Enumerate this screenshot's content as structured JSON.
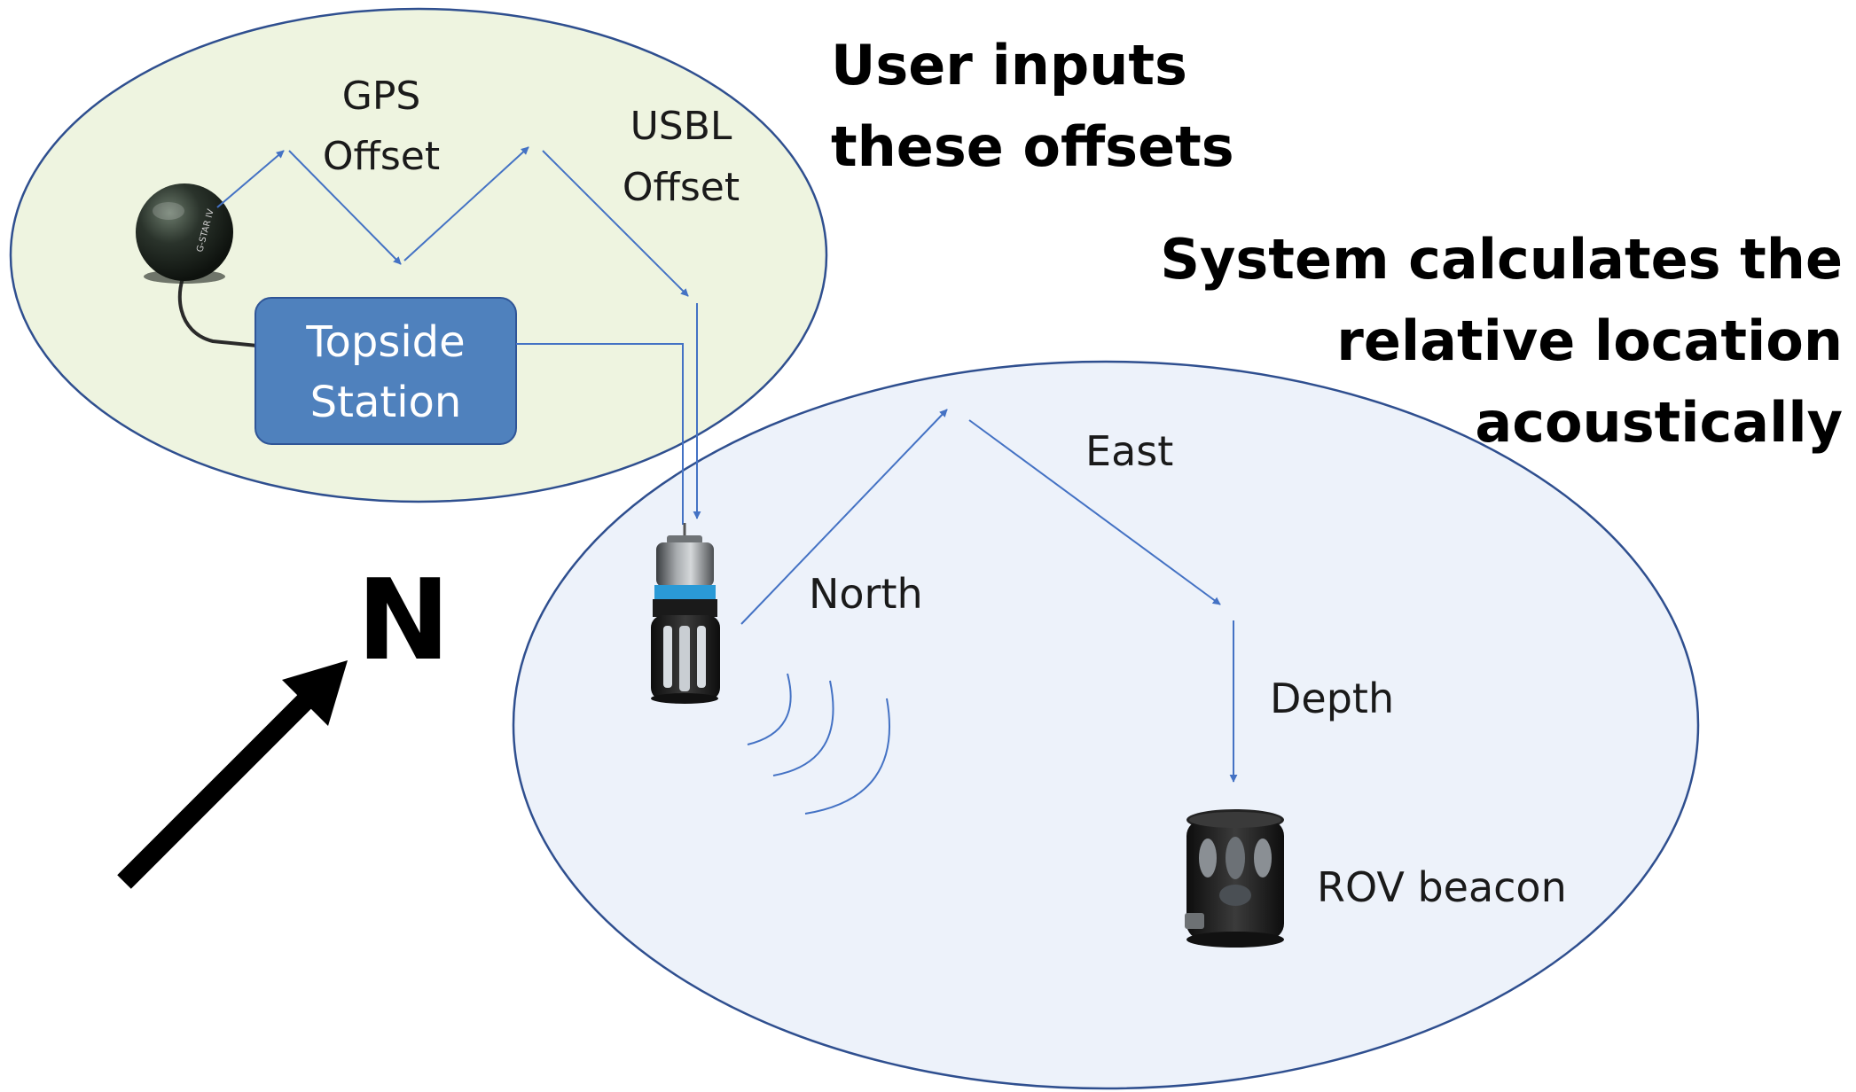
{
  "headings": {
    "user_inputs_line1": "User inputs",
    "user_inputs_line2": "these offsets",
    "system_line1": "System calculates the",
    "system_line2": "relative location",
    "system_line3": "acoustically"
  },
  "topside_box": {
    "line1": "Topside",
    "line2": "Station"
  },
  "labels": {
    "gps_offset_line1": "GPS",
    "gps_offset_line2": "Offset",
    "usbl_offset_line1": "USBL",
    "usbl_offset_line2": "Offset",
    "north": "North",
    "east": "East",
    "depth": "Depth",
    "rov_beacon": "ROV beacon",
    "compass_n": "N",
    "gps_device_text": "G-STAR IV"
  },
  "colors": {
    "top_ellipse_fill": "#eef4e0",
    "bottom_ellipse_fill": "#edf2fa",
    "ellipse_stroke": "#2f4f8f",
    "accent_arrow": "#4472c4",
    "box_fill": "#4f81bd",
    "box_stroke": "#2f5597"
  }
}
